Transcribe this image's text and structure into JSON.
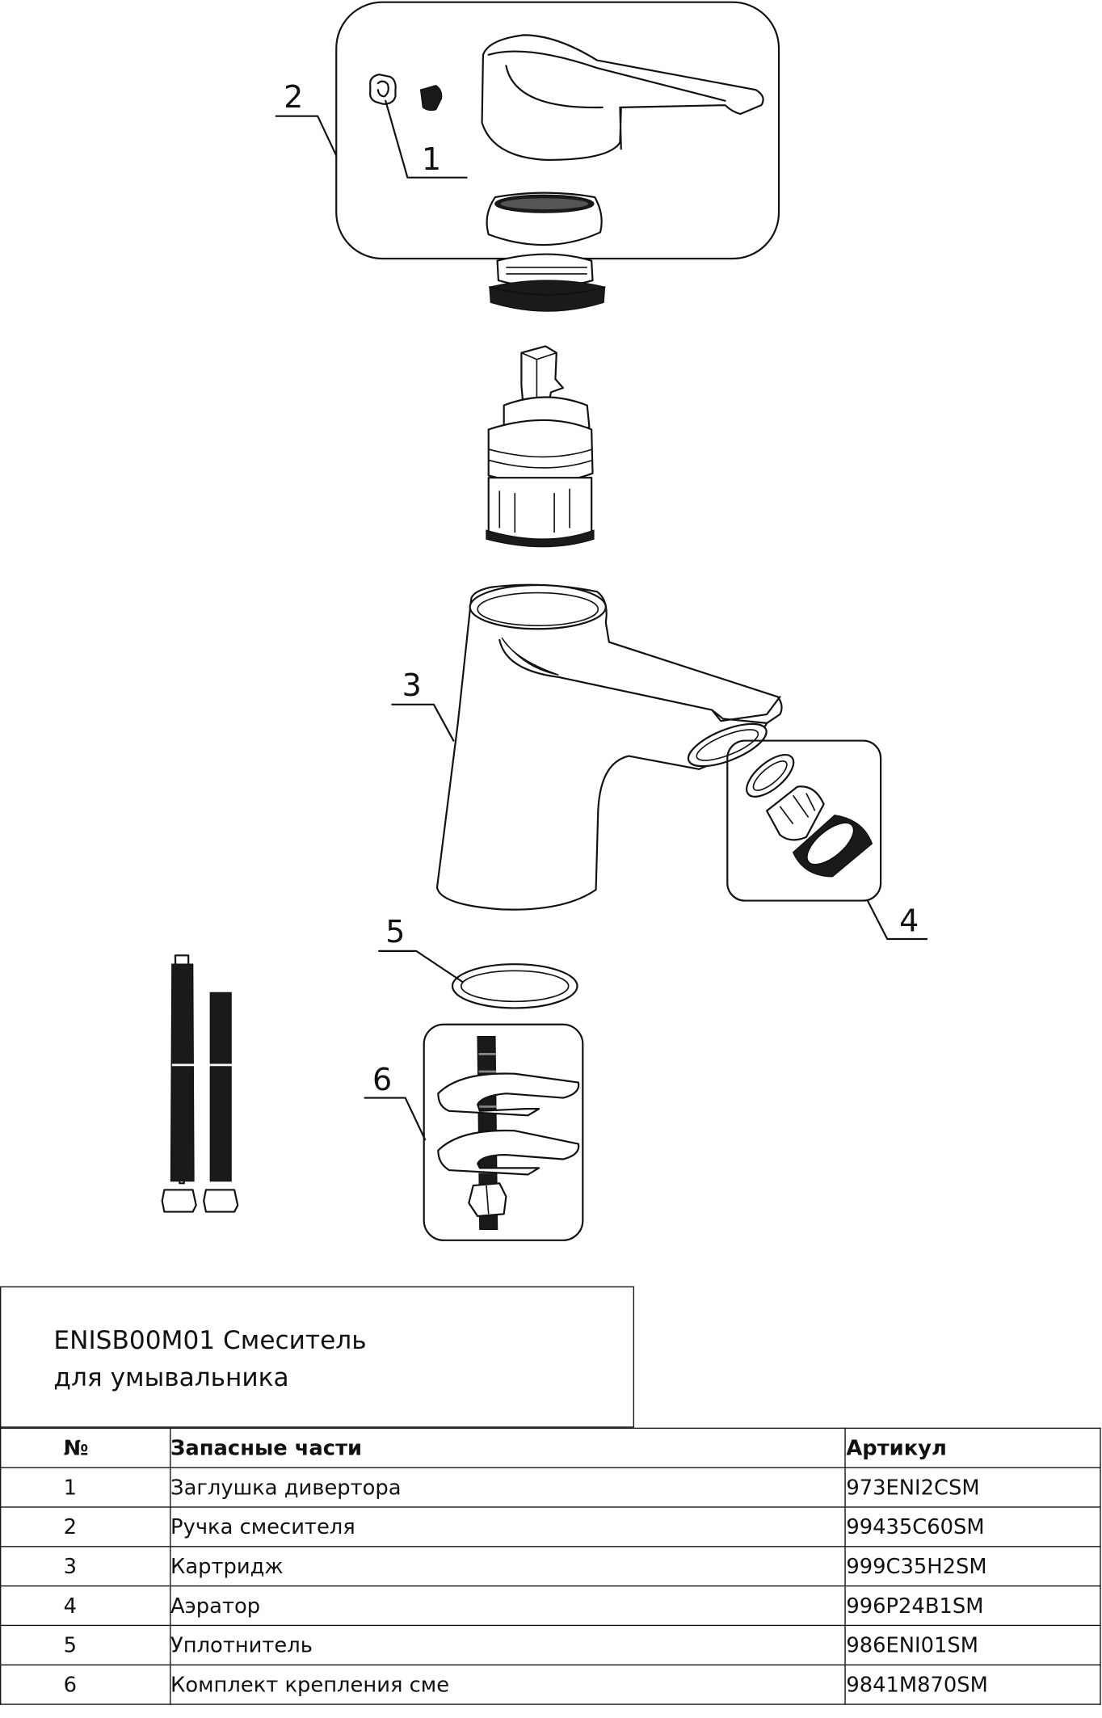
{
  "callouts": [
    "1",
    "2",
    "3",
    "4",
    "5",
    "6"
  ],
  "title": {
    "line1": "ENISB00M01 Смеситель",
    "line2": "для умывальника"
  },
  "table": {
    "headers": [
      "№",
      "Запасные части",
      "Артикул"
    ],
    "rows": [
      [
        "1",
        "Заглушка дивертора",
        "973ENI2CSM"
      ],
      [
        "2",
        "Ручка смесителя",
        "99435C60SM"
      ],
      [
        "3",
        "Картридж",
        "999C35H2SM"
      ],
      [
        "4",
        "Аэратор",
        "996P24B1SM"
      ],
      [
        "5",
        "Уплотнитель",
        "986ENI01SM"
      ],
      [
        "6",
        "Комплект крепления сме",
        "9841M870SM"
      ]
    ]
  }
}
